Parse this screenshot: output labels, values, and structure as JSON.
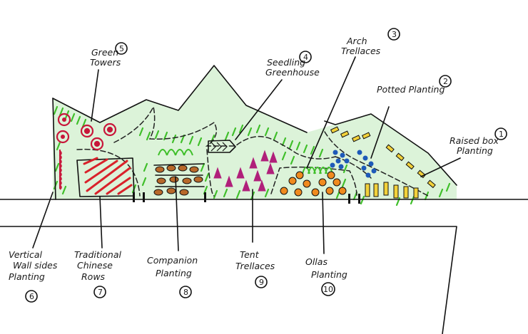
{
  "labels": {
    "raised_box": {
      "line1": "Raised box",
      "line2": "Planting",
      "number": "1"
    },
    "potted": {
      "line1": "Potted Planting",
      "number": "2"
    },
    "arch": {
      "line1": "Arch",
      "line2": "Trellaces",
      "number": "3"
    },
    "seedling": {
      "line1": "Seedling",
      "line2": "Greenhouse",
      "number": "4"
    },
    "green_towers": {
      "line1": "Green",
      "line2": "Towers",
      "number": "5"
    },
    "vertical": {
      "line1": "Vertical",
      "line2": "Wall sides",
      "line3": "Planting",
      "number": "6"
    },
    "chinese": {
      "line1": "Traditional",
      "line2": "Chinese",
      "line3": "Rows",
      "number": "7"
    },
    "companion": {
      "line1": "Companion",
      "line2": "Planting",
      "number": "8"
    },
    "tent": {
      "line1": "Tent",
      "line2": "Trellaces",
      "number": "9"
    },
    "ollas": {
      "line1": "Ollas",
      "line2": "Planting",
      "number": "10"
    }
  },
  "colors": {
    "grass": "#3fbf2a",
    "chinese_rows": "#d9222a",
    "tent": "#b0207a",
    "ollas": "#f08a1e",
    "companion": "#b8692a",
    "potted": "#1e5ab8",
    "raised_box": "#f2d13a",
    "tower": "#c8163a"
  }
}
